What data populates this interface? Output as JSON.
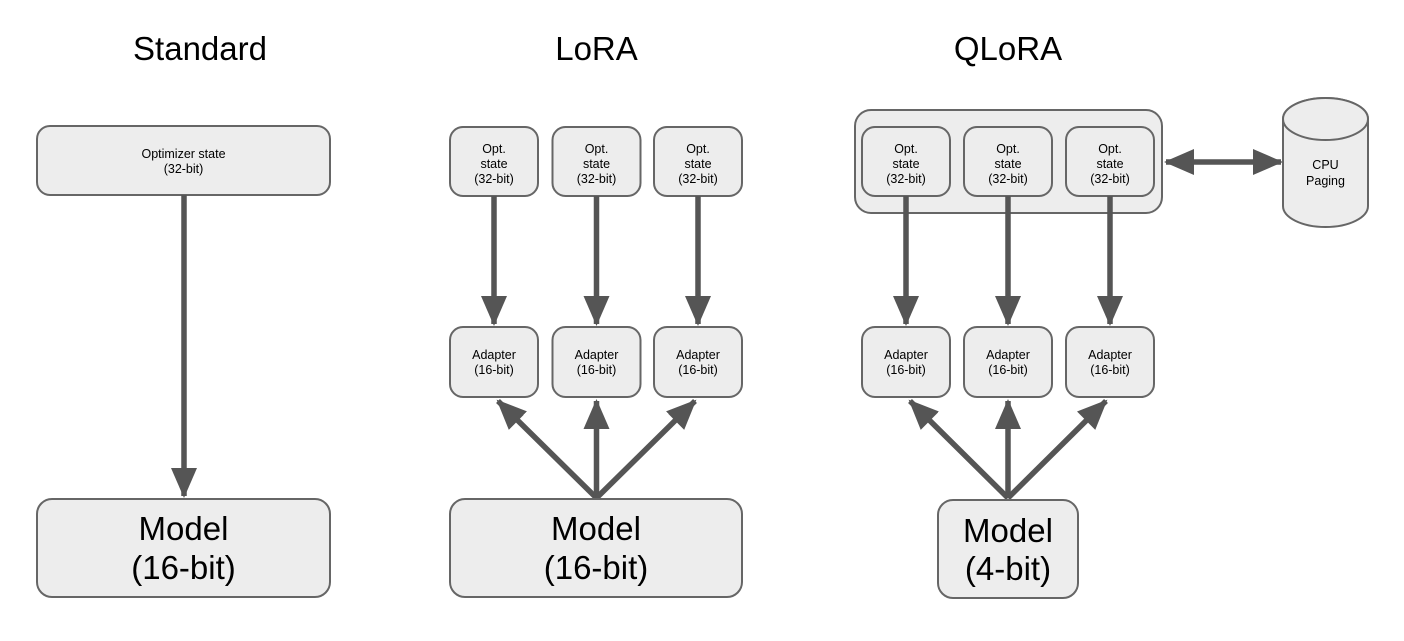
{
  "colors": {
    "background": "#ffffff",
    "box_fill": "#ededed",
    "box_border": "#666666",
    "arrow": "#555555",
    "text": "#000000"
  },
  "standard": {
    "title": "Standard",
    "optimizer_box": {
      "line1": "Optimizer state",
      "line2": "(32-bit)"
    },
    "model_box": {
      "line1": "Model",
      "line2": "(16-bit)"
    }
  },
  "lora": {
    "title": "LoRA",
    "opt_box": {
      "line1": "Opt.",
      "line2": "state",
      "line3": "(32-bit)"
    },
    "adapter_box": {
      "line1": "Adapter",
      "line2": "(16-bit)"
    },
    "model_box": {
      "line1": "Model",
      "line2": "(16-bit)"
    }
  },
  "qlora": {
    "title": "QLoRA",
    "opt_box": {
      "line1": "Opt.",
      "line2": "state",
      "line3": "(32-bit)"
    },
    "adapter_box": {
      "line1": "Adapter",
      "line2": "(16-bit)"
    },
    "model_box": {
      "line1": "Model",
      "line2": "(4-bit)"
    },
    "cpu_paging": {
      "line1": "CPU",
      "line2": "Paging"
    }
  }
}
